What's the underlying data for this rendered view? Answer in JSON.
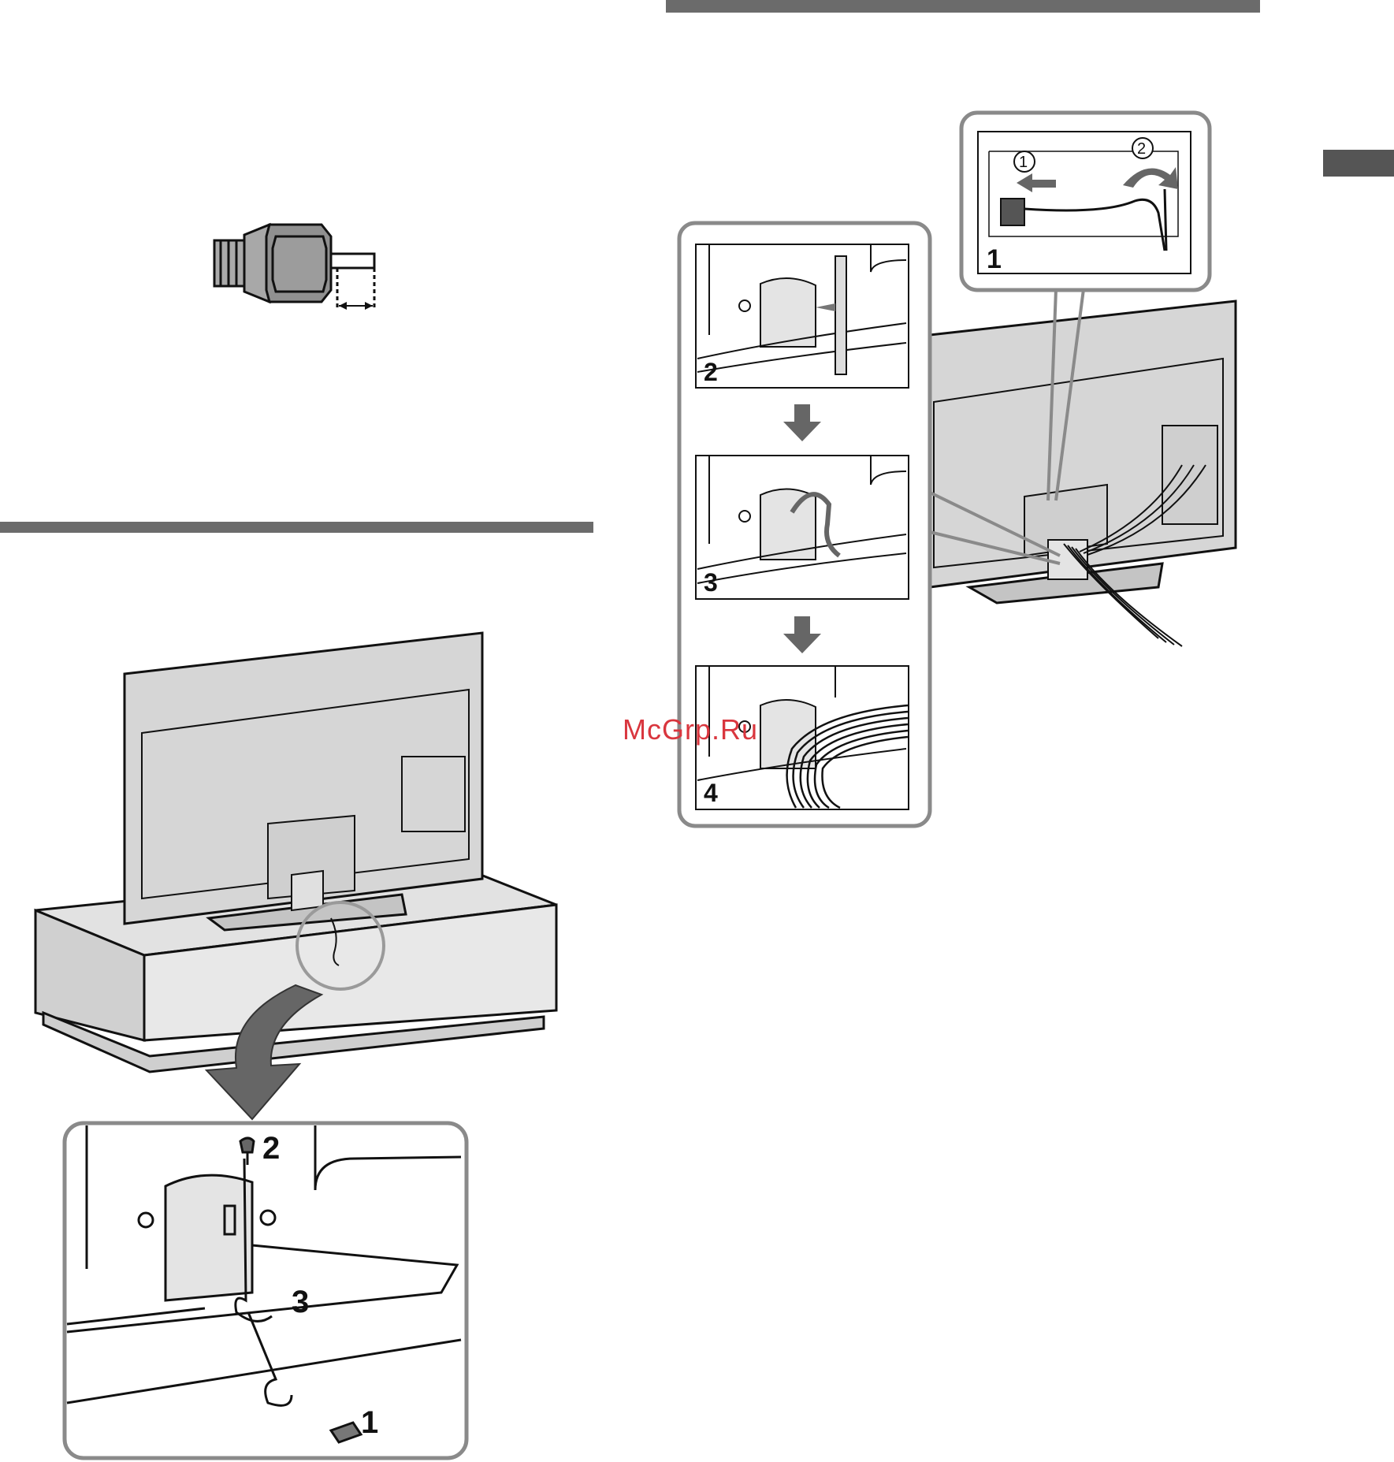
{
  "watermark": "McGrp.Ru",
  "figures": {
    "stand_fastening": {
      "steps": [
        "1",
        "2",
        "3"
      ]
    },
    "cable_management": {
      "panels": [
        "1",
        "2",
        "3",
        "4"
      ],
      "sub_steps": [
        "1",
        "2"
      ]
    }
  },
  "colors": {
    "rule": "#6b6b6b",
    "panel_border": "#8a8a8a",
    "fill_gray": "#d6d6d6",
    "arrow": "#666666",
    "watermark": "#d9363e"
  }
}
